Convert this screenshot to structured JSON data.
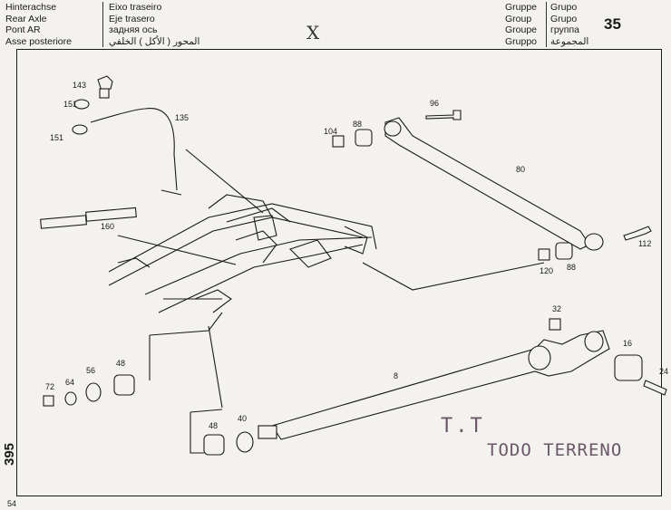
{
  "header": {
    "left": [
      "Hinterachse",
      "Rear Axle",
      "Pont AR",
      "Asse posteriore"
    ],
    "middle": [
      "Eixo traseiro",
      "Eje trasero",
      "задняя ось",
      "المحور ( الأكل ) الخلفي"
    ],
    "group_a": [
      "Gruppe",
      "Group",
      "Groupe",
      "Gruppo"
    ],
    "group_b": [
      "Grupo",
      "Grupo",
      "группа",
      "المجموعة"
    ],
    "group_number": "35",
    "mark": "X"
  },
  "page_number": "395",
  "footer_number": "54",
  "handwriting": {
    "line1": "T.T",
    "line2": "TODO TERRENO"
  },
  "callouts": {
    "p143": "143",
    "p151a": "151",
    "p151b": "151",
    "p135": "135",
    "p104": "104",
    "p88a": "88",
    "p96": "96",
    "p80": "80",
    "p160": "160",
    "p112": "112",
    "p120": "120",
    "p88b": "88",
    "p32": "32",
    "p16": "16",
    "p24": "24",
    "p8": "8",
    "p72": "72",
    "p64": "64",
    "p56": "56",
    "p48a": "48",
    "p48b": "48",
    "p40": "40"
  }
}
